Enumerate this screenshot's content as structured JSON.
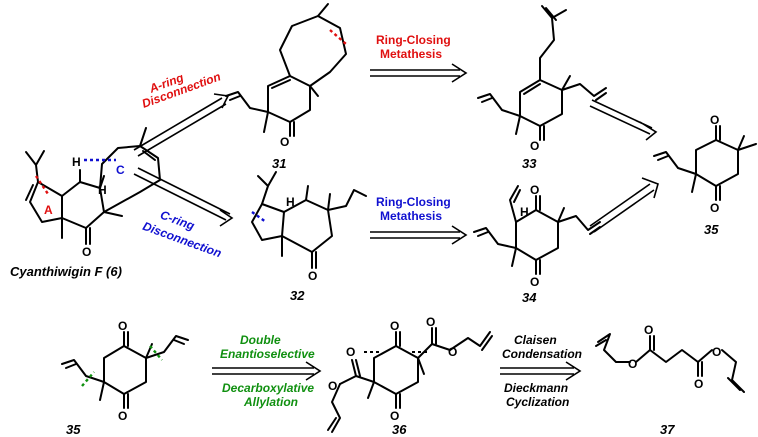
{
  "colors": {
    "red": "#e01010",
    "blue": "#1010d0",
    "green": "#109010",
    "black": "#000000"
  },
  "compounds": {
    "cyanthiwigin": "Cyanthiwigin F (6)",
    "c31": "31",
    "c32": "32",
    "c33": "33",
    "c34": "34",
    "c35a": "35",
    "c35b": "35",
    "c36": "36",
    "c37": "37"
  },
  "ring_labels": {
    "a": "A",
    "c": "C"
  },
  "atoms": {
    "h": "H",
    "o": "O"
  },
  "arrows": {
    "a_ring": {
      "line1": "A-ring",
      "line2": "Disconnection"
    },
    "c_ring": {
      "line1": "C-ring",
      "line2": "Disconnection"
    },
    "rcm_top": {
      "line1": "Ring-Closing",
      "line2": "Metathesis"
    },
    "rcm_bottom": {
      "line1": "Ring-Closing",
      "line2": "Metathesis"
    },
    "double_allylation": {
      "line1": "Double",
      "line2": "Enantioselective",
      "line3": "Decarboxylative",
      "line4": "Allylation"
    },
    "claisen": {
      "line1": "Claisen",
      "line2": "Condensation",
      "line3": "Dieckmann",
      "line4": "Cyclization"
    }
  }
}
